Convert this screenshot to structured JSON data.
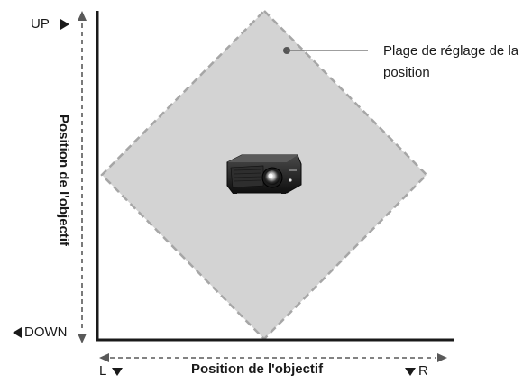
{
  "diagram": {
    "range_label": "Plage de réglage de la position",
    "x_axis": {
      "title": "Position de l'objectif",
      "left_label": "L",
      "right_label": "R"
    },
    "y_axis": {
      "title": "Position de l'objectif",
      "top_label": "UP",
      "bottom_label": "DOWN"
    },
    "colors": {
      "range_fill": "#d3d3d3",
      "range_border": "#a6a6a6",
      "axis": "#1a1a1a",
      "arrow_dash": "#595959"
    },
    "icons": {
      "device": "projector-icon"
    }
  }
}
